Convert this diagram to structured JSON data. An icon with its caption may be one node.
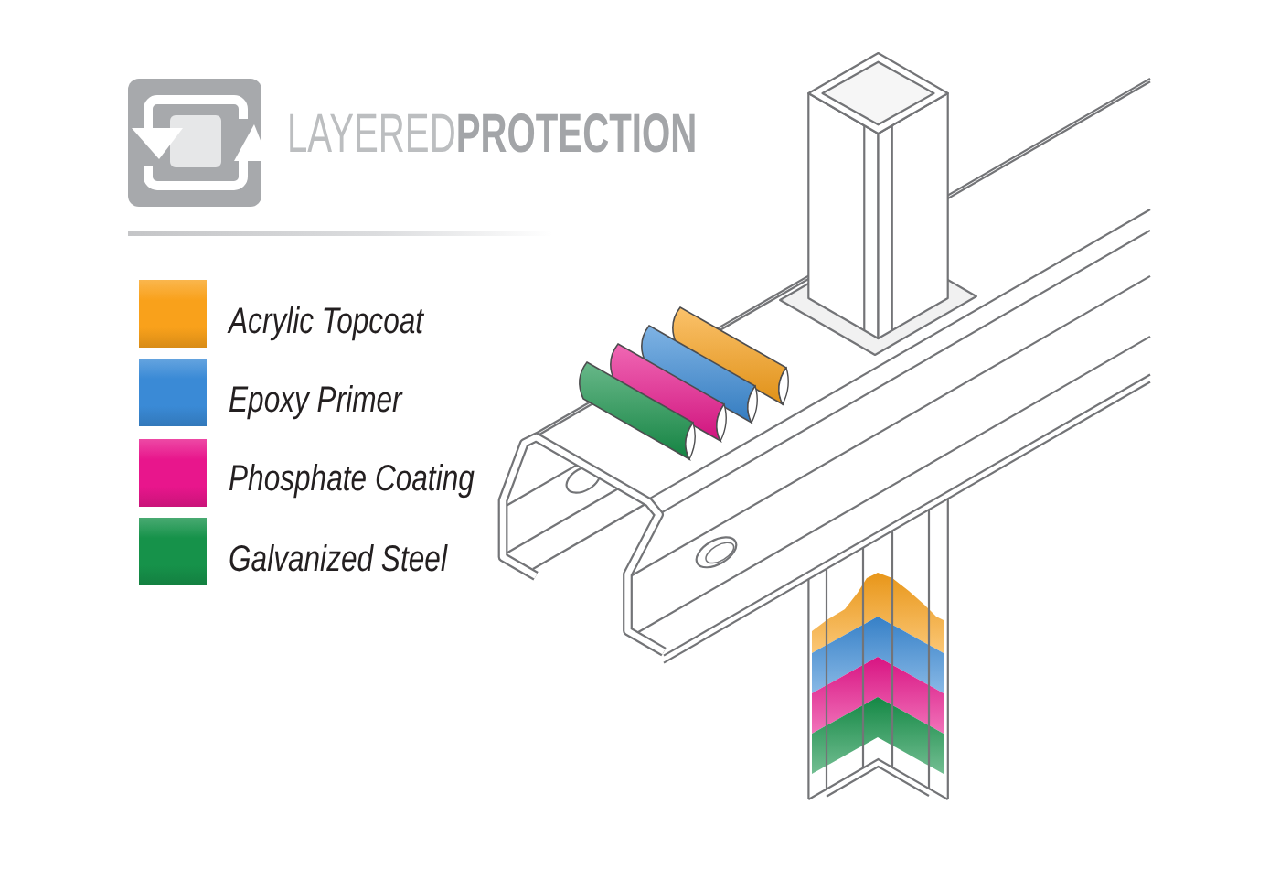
{
  "diagram": {
    "title": "LAYERED**PROTECTION**",
    "legend": [
      {
        "text": "Acrylic Topcoat",
        "color": "#f9a11b"
      },
      {
        "text": "Epoxy Primer",
        "color": "#3a8ad6"
      },
      {
        "text": "Phosphate Coating",
        "color": "#e8168c"
      },
      {
        "text": "Galvanized Steel",
        "color": "#16924a"
      }
    ]
  }
}
